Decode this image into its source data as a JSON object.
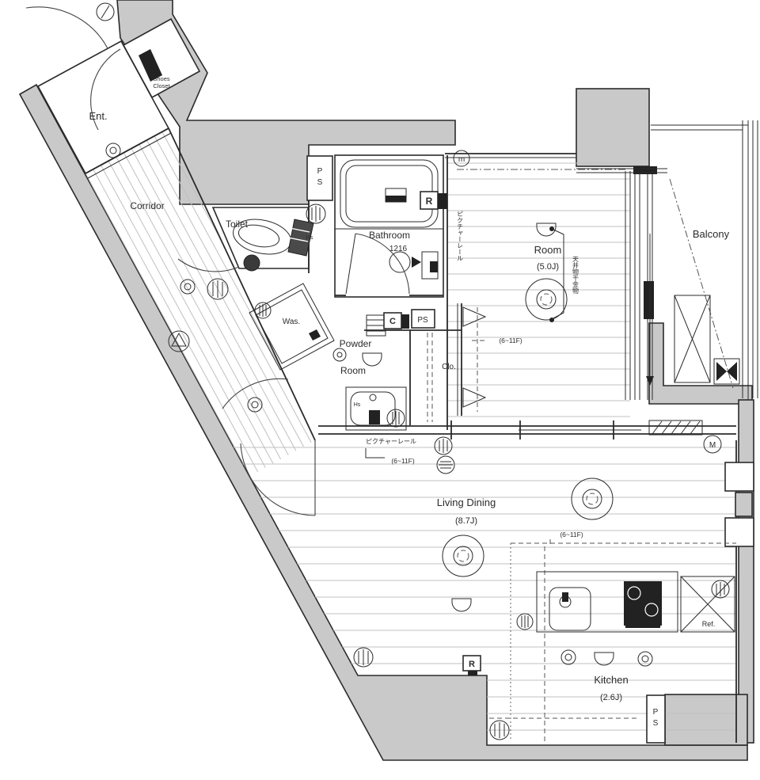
{
  "rooms": {
    "entrance": {
      "label": "Ent."
    },
    "shoes_closet": {
      "line1": "Shoes",
      "line2": "Closet"
    },
    "corridor": {
      "label": "Corridor"
    },
    "toilet": {
      "label": "Toilet"
    },
    "bathroom": {
      "label": "Bathroom",
      "size": "1216"
    },
    "washer": {
      "label": "Was."
    },
    "powder_room": {
      "line1": "Powder",
      "line2": "Room"
    },
    "closet": {
      "label": "Clo."
    },
    "room": {
      "label": "Room",
      "area": "(5.0J)"
    },
    "living_dining": {
      "label": "Living Dining",
      "area": "(8.7J)"
    },
    "kitchen": {
      "label": "Kitchen",
      "area": "(2.6J)"
    },
    "balcony": {
      "label": "Balcony"
    },
    "refrigerator": {
      "label": "Ref."
    }
  },
  "badges": {
    "ps": "PS",
    "c": "C",
    "r": "R",
    "m_lower": "m",
    "m_upper": "M"
  },
  "annotations": {
    "picture_rail": "ピクチャーレール",
    "ceiling_laundry_hanger": "天井物干金物",
    "floor_range": "(6~11F)",
    "hose_bib": "Hs"
  },
  "colors": {
    "wall_fill": "#c9c9c9",
    "outline": "#2b2b2b",
    "floor_line": "#c0c0c0"
  }
}
